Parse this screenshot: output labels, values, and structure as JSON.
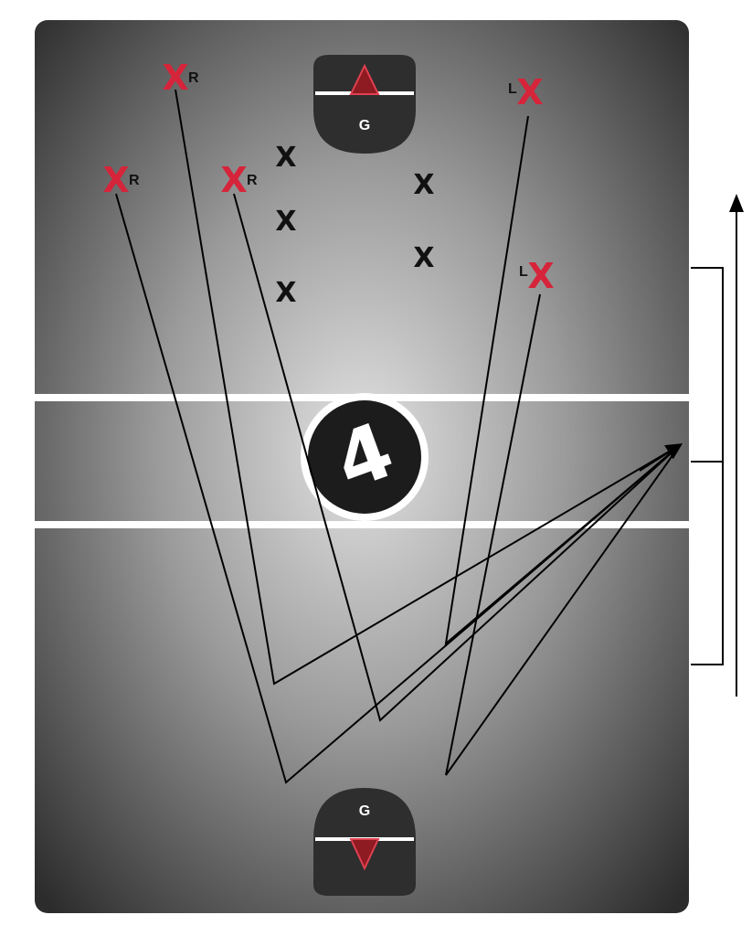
{
  "field": {
    "background_dark": "#2a2a2a",
    "background_light": "#dcdcdc",
    "line_color": "#ffffff"
  },
  "logo": {
    "text": "4",
    "icon": "lf-logo-icon"
  },
  "goal_top": {
    "label": "G"
  },
  "goal_bottom": {
    "label": "G"
  },
  "players": [
    {
      "id": "red-x-top-left",
      "mark": "X",
      "side": "R",
      "color": "#d6243a"
    },
    {
      "id": "red-x-mid-left",
      "mark": "X",
      "side": "R",
      "color": "#d6243a"
    },
    {
      "id": "red-x-center-left",
      "mark": "X",
      "side": "R",
      "color": "#d6243a"
    },
    {
      "id": "red-x-top-right",
      "mark": "X",
      "side": "L",
      "color": "#d6243a"
    },
    {
      "id": "red-x-mid-right",
      "mark": "X",
      "side": "L",
      "color": "#d6243a"
    }
  ],
  "defenders": [
    {
      "id": "black-x-1",
      "mark": "X",
      "color": "#111111"
    },
    {
      "id": "black-x-2",
      "mark": "X",
      "color": "#111111"
    },
    {
      "id": "black-x-3",
      "mark": "X",
      "color": "#111111"
    },
    {
      "id": "black-x-4",
      "mark": "X",
      "color": "#111111"
    },
    {
      "id": "black-x-5",
      "mark": "X",
      "color": "#111111"
    }
  ],
  "direction_arrow": {
    "icon": "arrow-up-icon"
  }
}
